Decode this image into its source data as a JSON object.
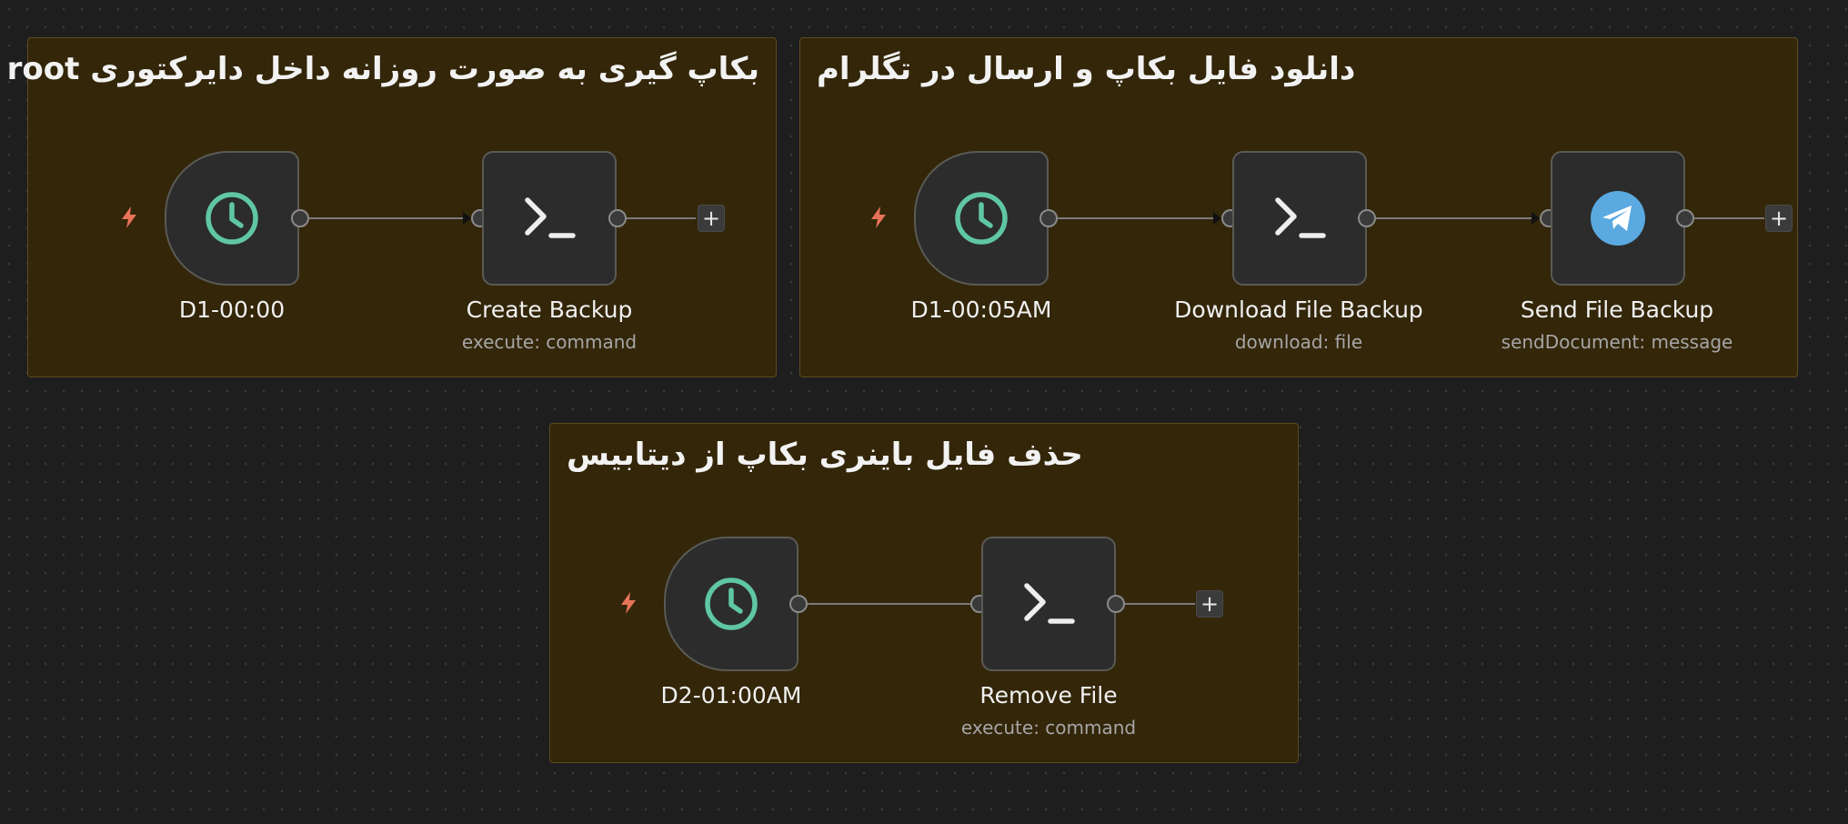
{
  "colors": {
    "canvas": "#1e1e1e",
    "group_bg": "#332609",
    "group_border": "#5e4c1f",
    "node_bg": "#2c2c2c",
    "clock_green": "#5fc7a2",
    "bolt_orange": "#e8735a",
    "telegram_blue": "#5aa9e0"
  },
  "groups": [
    {
      "title": "بکاپ گیری به صورت روزانه داخل دایرکتوری root",
      "nodes": [
        {
          "label": "D1-00:00",
          "subtitle": "",
          "icon": "clock-icon"
        },
        {
          "label": "Create Backup",
          "subtitle": "execute: command",
          "icon": "terminal-icon"
        }
      ]
    },
    {
      "title": "دانلود فایل بکاپ و ارسال در تگلرام",
      "nodes": [
        {
          "label": "D1-00:05AM",
          "subtitle": "",
          "icon": "clock-icon"
        },
        {
          "label": "Download File Backup",
          "subtitle": "download: file",
          "icon": "terminal-icon"
        },
        {
          "label": "Send File Backup",
          "subtitle": "sendDocument: message",
          "icon": "telegram-icon"
        }
      ]
    },
    {
      "title": "حذف فایل باینری بکاپ از دیتابیس",
      "nodes": [
        {
          "label": "D2-01:00AM",
          "subtitle": "",
          "icon": "clock-icon"
        },
        {
          "label": "Remove File",
          "subtitle": "execute: command",
          "icon": "terminal-icon"
        }
      ]
    }
  ],
  "add_symbol": "+"
}
